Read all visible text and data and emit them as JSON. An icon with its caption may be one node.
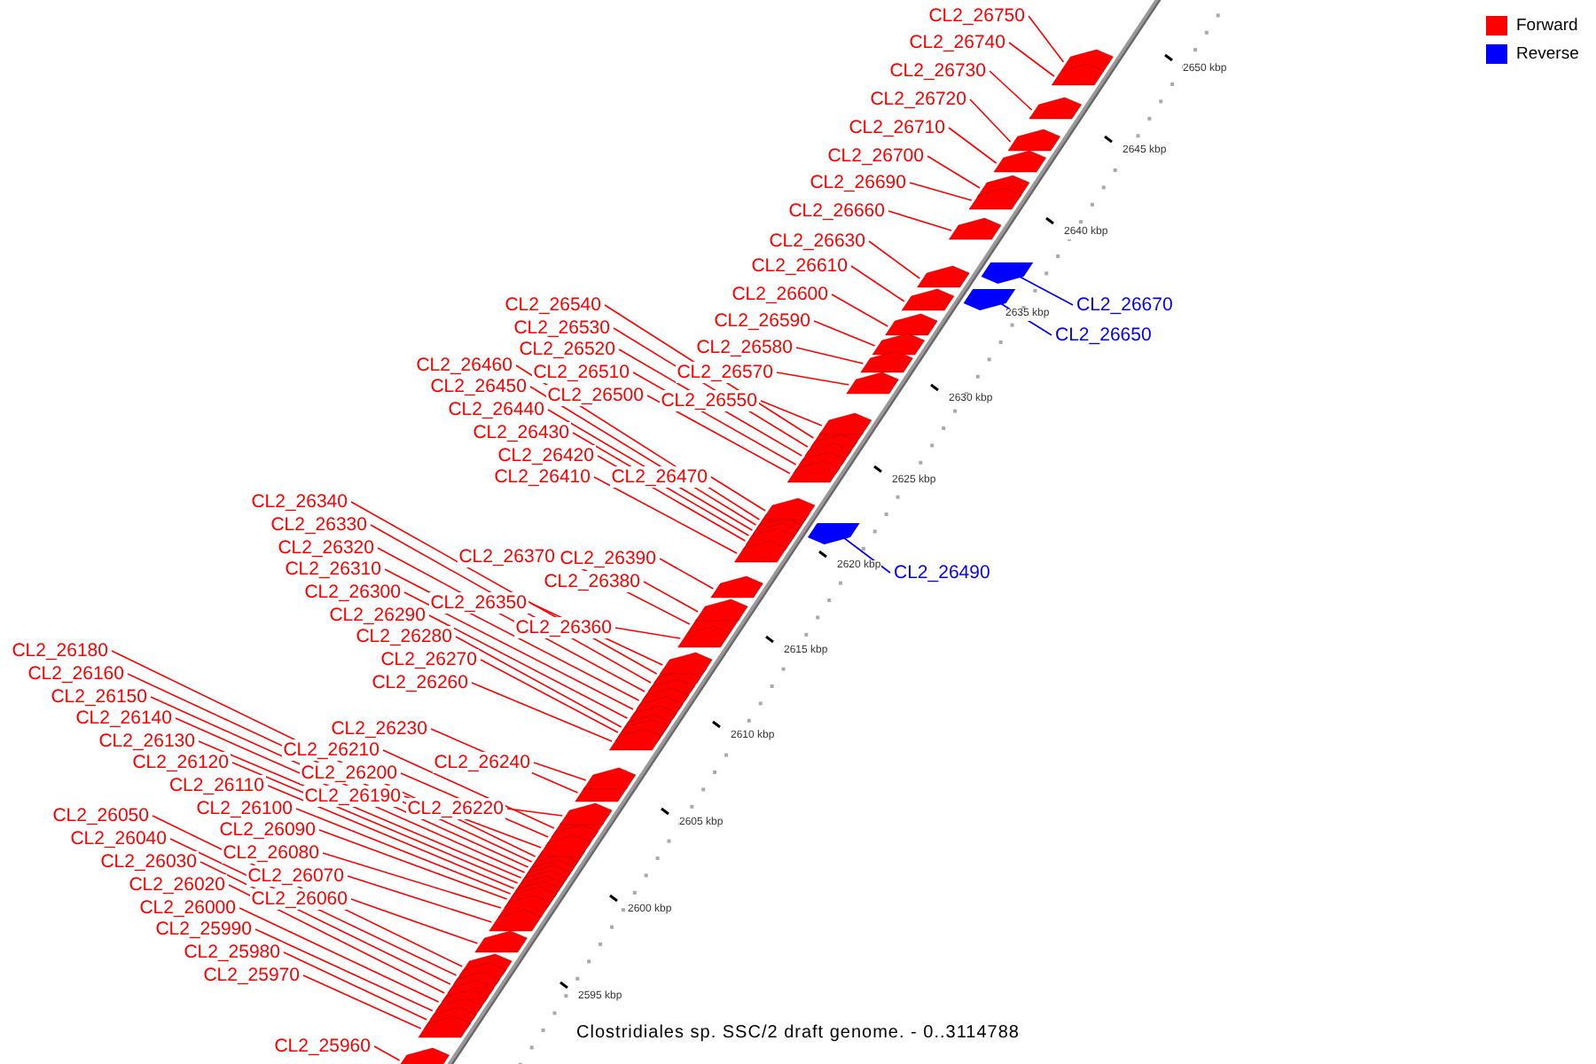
{
  "diagram": {
    "caption": "Clostridiales sp. SSC/2 draft genome. - 0..3114788",
    "nodes": [
      {
        "text": [
          "CL2_26750"
        ]
      },
      {
        "text": [
          "CL2_26740"
        ]
      },
      {
        "text": [
          "CL2_26730"
        ]
      },
      {
        "text": [
          "CL2_26720"
        ]
      },
      {
        "text": [
          "CL2_26710"
        ]
      },
      {
        "text": [
          "CL2_26700"
        ]
      },
      {
        "text": [
          "CL2_26690"
        ]
      },
      {
        "text": [
          "CL2_26660"
        ]
      },
      {
        "text": [
          "CL2_26630"
        ]
      },
      {
        "text": [
          "CL2_26610"
        ]
      },
      {
        "text": [
          "CL2_26600"
        ]
      },
      {
        "text": [
          "CL2_26540"
        ]
      },
      {
        "text": [
          "CL2_26670"
        ]
      },
      {
        "text": [
          "CL2_26590"
        ]
      },
      {
        "text": [
          "CL2_26530"
        ]
      },
      {
        "text": [
          "CL2_26650"
        ]
      },
      {
        "text": [
          "CL2_26580"
        ]
      },
      {
        "text": [
          "CL2_26520"
        ]
      },
      {
        "text": [
          "CL2_26460"
        ]
      },
      {
        "text": [
          "CL2_26570"
        ]
      },
      {
        "text": [
          "CL2_26510"
        ]
      },
      {
        "text": [
          "CL2_26450"
        ]
      },
      {
        "text": [
          "CL2_26500"
        ]
      },
      {
        "text": [
          "CL2_26550"
        ]
      },
      {
        "text": [
          "CL2_26440"
        ]
      },
      {
        "text": [
          "CL2_26430"
        ]
      },
      {
        "text": [
          "CL2_26420"
        ]
      },
      {
        "text": [
          "CL2_26410"
        ]
      },
      {
        "text": [
          "CL2_26470"
        ]
      },
      {
        "text": [
          "CL2_26340"
        ]
      },
      {
        "text": [
          "CL2_26330"
        ]
      },
      {
        "text": [
          "CL2_26320"
        ]
      },
      {
        "text": [
          "CL2_26370"
        ]
      },
      {
        "text": [
          "CL2_26390"
        ]
      },
      {
        "text": [
          "CL2_26310"
        ]
      },
      {
        "text": [
          "CL2_26490"
        ]
      },
      {
        "text": [
          "CL2_26380"
        ]
      },
      {
        "text": [
          "CL2_26300"
        ]
      },
      {
        "text": [
          "CL2_26350"
        ]
      },
      {
        "text": [
          "CL2_26290"
        ]
      },
      {
        "text": [
          "CL2_26360"
        ]
      },
      {
        "text": [
          "CL2_26280"
        ]
      },
      {
        "text": [
          "CL2_26180"
        ]
      },
      {
        "text": [
          "CL2_26270"
        ]
      },
      {
        "text": [
          "CL2_26160"
        ]
      },
      {
        "text": [
          "CL2_26260"
        ]
      },
      {
        "text": [
          "CL2_26150"
        ]
      },
      {
        "text": [
          "CL2_26140"
        ]
      },
      {
        "text": [
          "CL2_26230"
        ]
      },
      {
        "text": [
          "CL2_26130"
        ]
      },
      {
        "text": [
          "CL2_26210"
        ]
      },
      {
        "text": [
          "CL2_26240"
        ]
      },
      {
        "text": [
          "CL2_26120"
        ]
      },
      {
        "text": [
          "CL2_26200"
        ]
      },
      {
        "text": [
          "CL2_26110"
        ]
      },
      {
        "text": [
          "CL2_26190"
        ]
      },
      {
        "text": [
          "CL2_26220"
        ]
      },
      {
        "text": [
          "CL2_26100"
        ]
      },
      {
        "text": [
          "CL2_26050"
        ]
      },
      {
        "text": [
          "CL2_26090"
        ]
      },
      {
        "text": [
          "CL2_26040"
        ]
      },
      {
        "text": [
          "CL2_26080"
        ]
      },
      {
        "text": [
          "CL2_26030"
        ]
      },
      {
        "text": [
          "CL2_26070"
        ]
      },
      {
        "text": [
          "CL2_26020"
        ]
      },
      {
        "text": [
          "CL2_26060"
        ]
      },
      {
        "text": [
          "CL2_26000"
        ]
      },
      {
        "text": [
          "CL2_25990"
        ]
      },
      {
        "text": [
          "CL2_25980"
        ]
      },
      {
        "text": [
          "CL2_25970"
        ]
      },
      {
        "text": [
          "CL2_25960"
        ]
      }
    ],
    "edges": [
      {
        "from": 0,
        "to": null,
        "arrow": "none"
      },
      {
        "from": 1,
        "to": null,
        "arrow": "none"
      },
      {
        "from": 2,
        "to": null,
        "arrow": "none"
      },
      {
        "from": 3,
        "to": null,
        "arrow": "none"
      },
      {
        "from": 4,
        "to": null,
        "arrow": "none"
      },
      {
        "from": 5,
        "to": null,
        "arrow": "none"
      },
      {
        "from": 6,
        "to": null,
        "arrow": "none"
      },
      {
        "from": 7,
        "to": null,
        "arrow": "none"
      },
      {
        "from": 8,
        "to": null,
        "arrow": "none"
      },
      {
        "from": 9,
        "to": null,
        "arrow": "none"
      },
      {
        "from": 10,
        "to": null,
        "arrow": "none"
      },
      {
        "from": 11,
        "to": null,
        "arrow": "none"
      },
      {
        "from": 12,
        "to": null,
        "arrow": "none",
        "color": "#0000ff"
      },
      {
        "from": 13,
        "to": null,
        "arrow": "none"
      },
      {
        "from": 14,
        "to": null,
        "arrow": "none"
      },
      {
        "from": 15,
        "to": null,
        "arrow": "none",
        "color": "#0000ff"
      },
      {
        "from": 16,
        "to": null,
        "arrow": "none"
      },
      {
        "from": 17,
        "to": null,
        "arrow": "none"
      },
      {
        "from": 18,
        "to": null,
        "arrow": "none"
      },
      {
        "from": 19,
        "to": null,
        "arrow": "none"
      },
      {
        "from": 20,
        "to": null,
        "arrow": "none"
      },
      {
        "from": 21,
        "to": null,
        "arrow": "none"
      },
      {
        "from": 22,
        "to": null,
        "arrow": "none"
      },
      {
        "from": 23,
        "to": null,
        "arrow": "none"
      },
      {
        "from": 24,
        "to": null,
        "arrow": "none"
      },
      {
        "from": 25,
        "to": null,
        "arrow": "none"
      },
      {
        "from": 26,
        "to": null,
        "arrow": "none"
      },
      {
        "from": 27,
        "to": null,
        "arrow": "none"
      },
      {
        "from": 28,
        "to": null,
        "arrow": "none"
      },
      {
        "from": 29,
        "to": null,
        "arrow": "none"
      },
      {
        "from": 30,
        "to": null,
        "arrow": "none"
      },
      {
        "from": 31,
        "to": null,
        "arrow": "none"
      },
      {
        "from": 32,
        "to": null,
        "arrow": "none"
      },
      {
        "from": 33,
        "to": null,
        "arrow": "none"
      },
      {
        "from": 34,
        "to": null,
        "arrow": "none"
      },
      {
        "from": 35,
        "to": null,
        "arrow": "none",
        "color": "#0000ff"
      },
      {
        "from": 36,
        "to": null,
        "arrow": "none"
      },
      {
        "from": 37,
        "to": null,
        "arrow": "none"
      },
      {
        "from": 38,
        "to": null,
        "arrow": "none"
      },
      {
        "from": 39,
        "to": null,
        "arrow": "none"
      },
      {
        "from": 40,
        "to": null,
        "arrow": "none"
      },
      {
        "from": 41,
        "to": null,
        "arrow": "none"
      },
      {
        "from": 42,
        "to": null,
        "arrow": "none"
      },
      {
        "from": 43,
        "to": null,
        "arrow": "none"
      },
      {
        "from": 44,
        "to": null,
        "arrow": "none"
      },
      {
        "from": 45,
        "to": null,
        "arrow": "none"
      },
      {
        "from": 46,
        "to": null,
        "arrow": "none"
      },
      {
        "from": 47,
        "to": null,
        "arrow": "none"
      },
      {
        "from": 48,
        "to": null,
        "arrow": "none"
      },
      {
        "from": 49,
        "to": null,
        "arrow": "none"
      },
      {
        "from": 50,
        "to": null,
        "arrow": "none"
      },
      {
        "from": 51,
        "to": null,
        "arrow": "none"
      },
      {
        "from": 52,
        "to": null,
        "arrow": "none"
      },
      {
        "from": 53,
        "to": null,
        "arrow": "none"
      },
      {
        "from": 54,
        "to": null,
        "arrow": "none"
      },
      {
        "from": 55,
        "to": null,
        "arrow": "none"
      },
      {
        "from": 56,
        "to": null,
        "arrow": "none"
      },
      {
        "from": 57,
        "to": null,
        "arrow": "none"
      },
      {
        "from": 58,
        "to": null,
        "arrow": "none"
      },
      {
        "from": 59,
        "to": null,
        "arrow": "none"
      },
      {
        "from": 60,
        "to": null,
        "arrow": "none"
      },
      {
        "from": 61,
        "to": null,
        "arrow": "none"
      },
      {
        "from": 62,
        "to": null,
        "arrow": "none"
      },
      {
        "from": 63,
        "to": null,
        "arrow": "none"
      },
      {
        "from": 64,
        "to": null,
        "arrow": "none"
      },
      {
        "from": 65,
        "to": null,
        "arrow": "none"
      },
      {
        "from": 66,
        "to": null,
        "arrow": "none"
      },
      {
        "from": 67,
        "to": null,
        "arrow": "none"
      },
      {
        "from": 68,
        "to": null,
        "arrow": "none"
      },
      {
        "from": 69,
        "to": null,
        "arrow": "none"
      },
      {
        "from": 70,
        "to": null,
        "arrow": "none"
      }
    ],
    "labels": [
      "2650 kbp",
      "2645 kbp",
      "2640 kbp",
      "2635 kbp",
      "2630 kbp",
      "2625 kbp",
      "2620 kbp",
      "2615 kbp",
      "2610 kbp",
      "2605 kbp",
      "2600 kbp",
      "2595 kbp"
    ],
    "legend": [
      {
        "text": "Forward",
        "color": "#ff0000"
      },
      {
        "text": "Reverse",
        "color": "#0000ff"
      }
    ]
  }
}
